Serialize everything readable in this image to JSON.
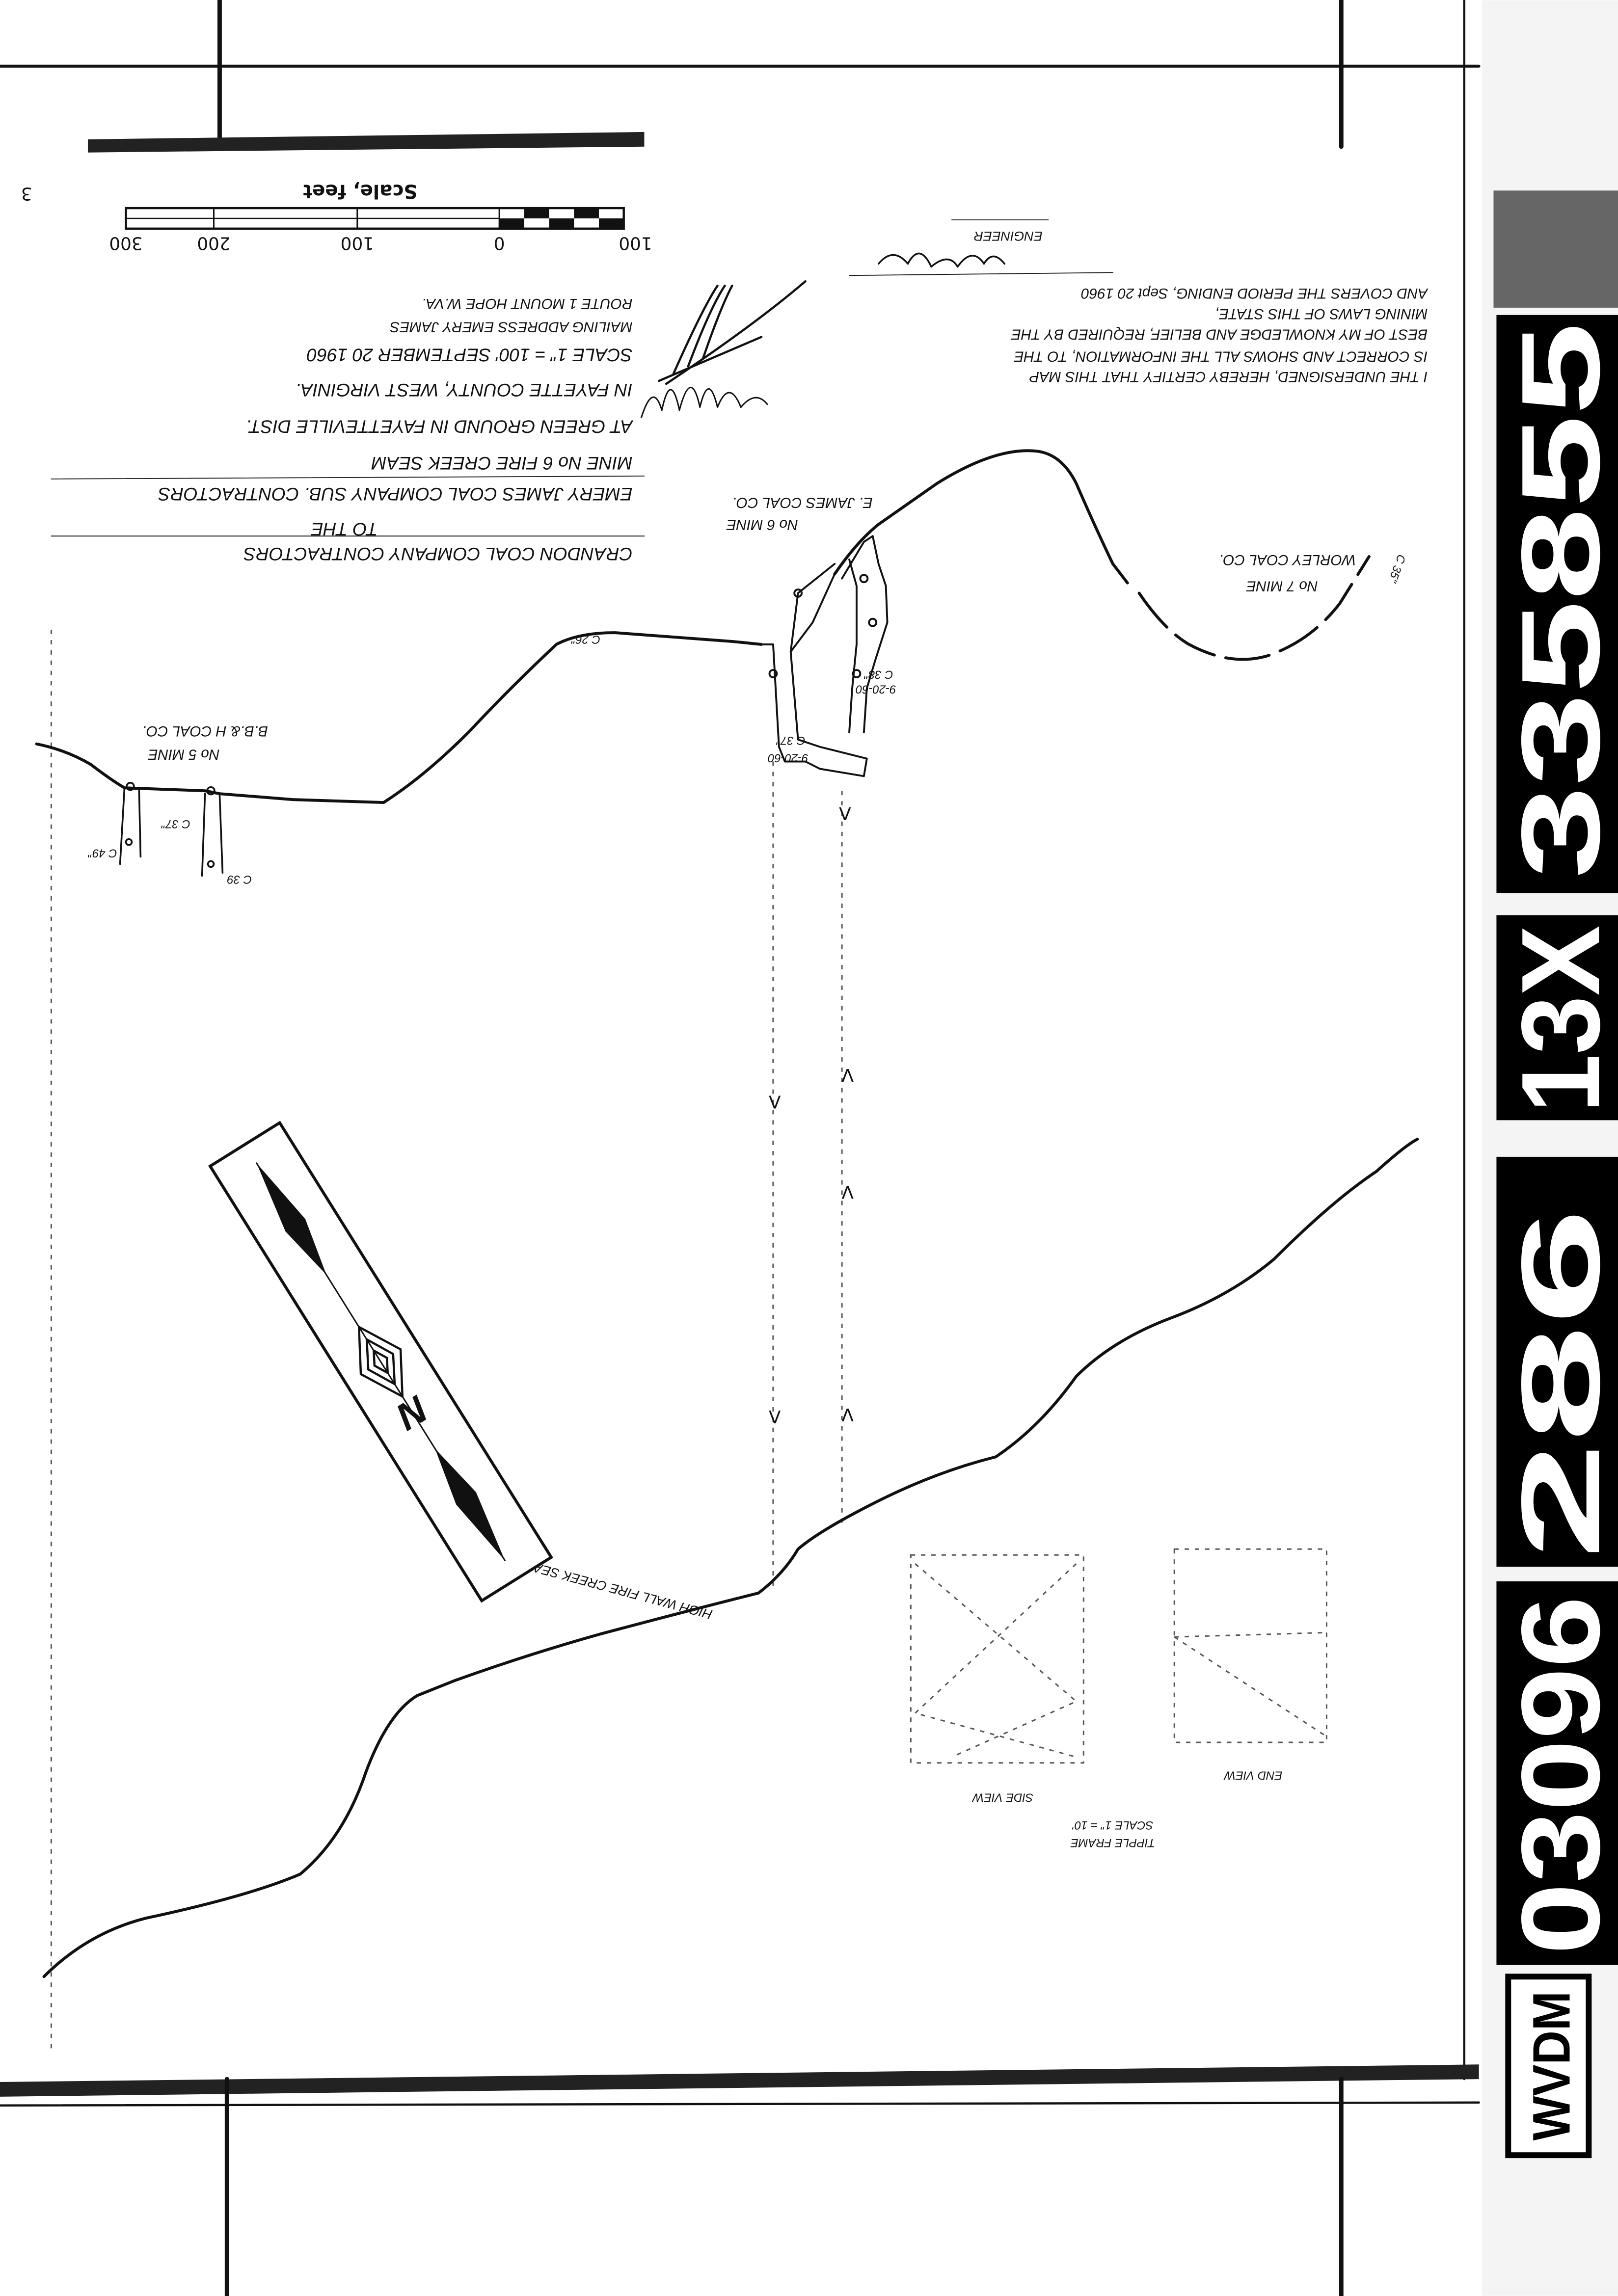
{
  "page_number": "3",
  "scale_bar": {
    "title": "Scale, feet",
    "ticks": [
      "100",
      "0",
      "100",
      "200",
      "300"
    ]
  },
  "title_block": {
    "line1": "CRANDON COAL COMPANY      CONTRACTORS",
    "line2": "TO THE",
    "line3": "EMERY JAMES COAL COMPANY SUB. CONTRACTORS",
    "line4": "MINE No 6          FIRE CREEK SEAM",
    "line5": "AT GREEN GROUND IN FAYETTEVILLE DIST.",
    "line6": "IN FAYETTE COUNTY, WEST VIRGINIA.",
    "line7": "SCALE 1\" = 100'     SEPTEMBER 20 1960",
    "line8": "MAILING ADDRESS    EMERY JAMES",
    "line9": "ROUTE 1       MOUNT HOPE       W.VA."
  },
  "certificate": {
    "line1": "I THE UNDERSIGNED, HEREBY CERTIFY THAT THIS MAP",
    "line2": "IS CORRECT AND SHOWS ALL THE INFORMATION, TO THE",
    "line3": "BEST OF MY KNOWLEDGE AND BELIEF, REQUIRED BY THE",
    "line4": "MINING LAWS OF THIS STATE,",
    "line5": "AND COVERS THE PERIOD ENDING, Sept 20 1960",
    "role": "ENGINEER"
  },
  "map_labels": {
    "mine5": "No 5 MINE",
    "mine5_company": "B.B.& H COAL CO.",
    "mine6": "No 6 MINE",
    "mine6_company": "E. JAMES COAL CO.",
    "mine7": "No 7 MINE",
    "mine7_company": "WORLEY COAL CO.",
    "highwall": "HIGH WALL FIRE CREEK SEAM",
    "north": "N",
    "c26": "C 26\"",
    "c37a": "C 37\"",
    "c49": "C 49\"",
    "c39": "C 39",
    "c38": "C 38\"",
    "c38_date": "9-20-60",
    "c37b": "C 37\"",
    "c37b_date": "9-20-60",
    "c35": "C 35\""
  },
  "tipple": {
    "title": "TIPPLE FRAME",
    "scale": "SCALE 1\" = 10'",
    "side_view": "SIDE VIEW",
    "end_view": "END VIEW"
  },
  "film_strip": {
    "seg1": "03096",
    "seg2": "286",
    "seg3": "13X",
    "seg4": "335855",
    "stamp": "WVDM"
  },
  "colors": {
    "ink": "#111111",
    "paper": "#ffffff"
  }
}
